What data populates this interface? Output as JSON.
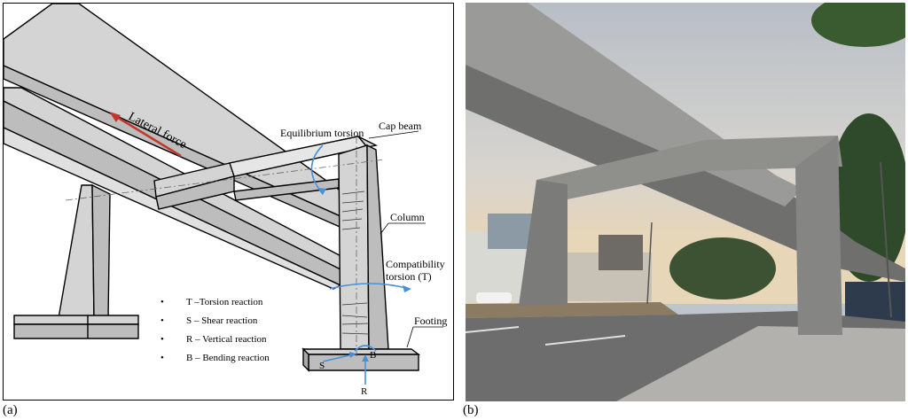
{
  "panel_a": {
    "label": "(a)",
    "annotations": {
      "lateral_force": "Lateral force",
      "equilibrium_torsion": "Equilibrium torsion",
      "cap_beam": "Cap beam",
      "column": "Column",
      "compatibility_torsion_1": "Compatibility",
      "compatibility_torsion_2": "torsion (T)",
      "footing": "Footing",
      "s": "S",
      "b": "B",
      "r": "R"
    },
    "legend": [
      {
        "bullet": "•",
        "text": "T –Torsion reaction"
      },
      {
        "bullet": "•",
        "text": "S – Shear reaction"
      },
      {
        "bullet": "•",
        "text": "R – Vertical reaction"
      },
      {
        "bullet": "•",
        "text": "B – Bending reaction"
      }
    ],
    "colors": {
      "concrete": "#d4d4d4",
      "force_arrow": "#c0392b",
      "torsion_arrow": "#4a90d9",
      "outline": "#000000"
    }
  },
  "panel_b": {
    "label": "(b)",
    "colors": {
      "sky": "#c9cdd3",
      "concrete": "#8d8d8b",
      "road": "#6e6e6e",
      "trees": "#2f4a2a"
    }
  }
}
